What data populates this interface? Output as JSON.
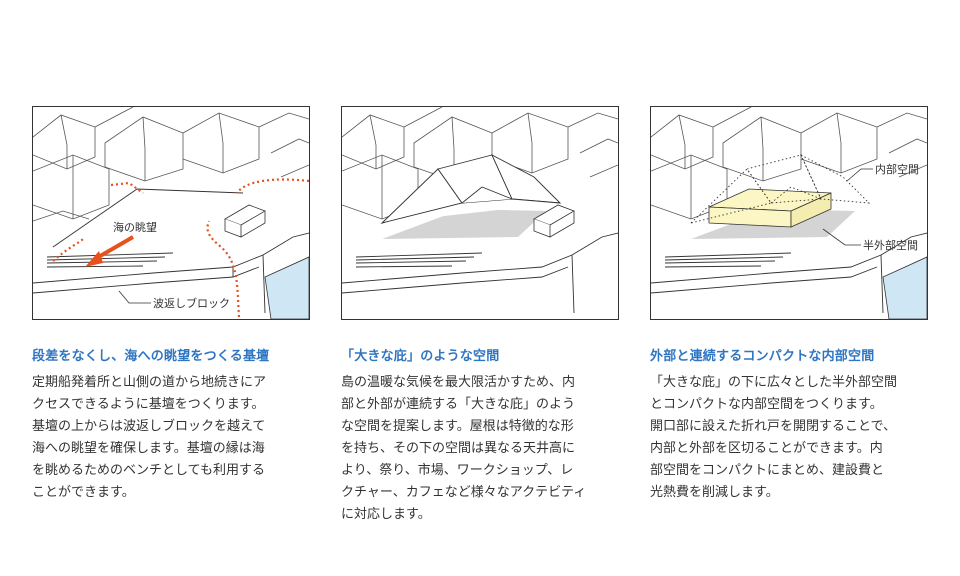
{
  "panels": [
    {
      "labels": {
        "view": "海の眺望",
        "wall": "波返しブロック"
      },
      "colors": {
        "arrow": "#e8501c",
        "dots": "#e8501c",
        "water": "#cfe7f5"
      },
      "title": "段差をなくし、海への眺望をつくる基壇",
      "lines": [
        "定期船発着所と山側の道から地続きにア",
        "クセスできるように基壇をつくります。",
        "基壇の上からは波返しブロックを越えて",
        "海への眺望を確保します。基壇の縁は海",
        "を眺めるためのベンチとしても利用する",
        "ことができます。"
      ]
    },
    {
      "labels": {},
      "colors": {
        "shadow": "#d4d4d4"
      },
      "title": "「大きな庇」のような空間",
      "lines": [
        "島の温暖な気候を最大限活かすため、内",
        "部と外部が連続する「大きな庇」のよう",
        "な空間を提案します。屋根は特徴的な形",
        "を持ち、その下の空間は異なる天井高に",
        "より、祭り、市場、ワークショップ、レ",
        "クチャー、カフェなど様々なアクテビティ",
        "に対応します。"
      ]
    },
    {
      "labels": {
        "inner": "内部空間",
        "semi": "半外部空間"
      },
      "colors": {
        "box": "#fbf6c4",
        "shadow": "#d4d4d4",
        "water": "#cfe7f5"
      },
      "title": "外部と連続するコンパクトな内部空間",
      "lines": [
        "「大きな庇」の下に広々とした半外部空間",
        "とコンパクトな内部空間をつくります。",
        "開口部に設えた折れ戸を開閉することで、",
        "内部と外部を区切ることができます。内",
        "部空間をコンパクトにまとめ、建設費と",
        "光熱費を削減します。"
      ]
    }
  ]
}
